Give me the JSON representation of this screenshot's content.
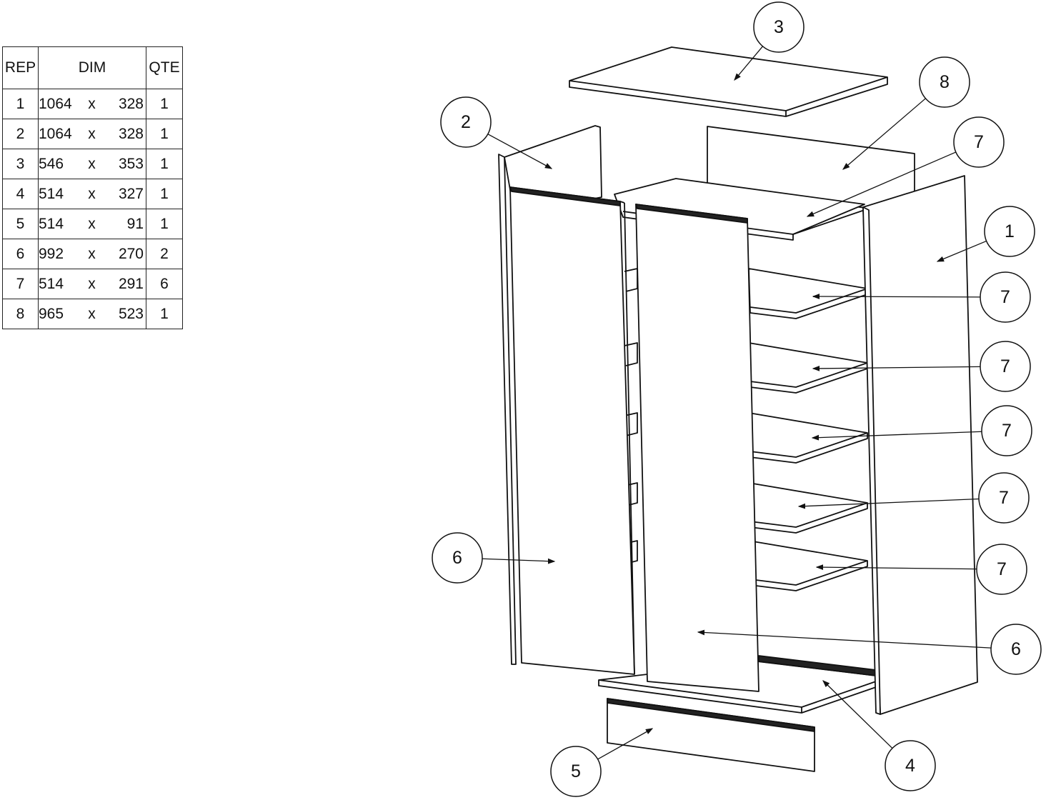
{
  "table": {
    "headers": {
      "rep": "REP",
      "dim": "DIM",
      "qte": "QTE"
    },
    "rows": [
      {
        "rep": "1",
        "w": "1064",
        "x": "x",
        "h": "328",
        "qte": "1"
      },
      {
        "rep": "2",
        "w": "1064",
        "x": "x",
        "h": "328",
        "qte": "1"
      },
      {
        "rep": "3",
        "w": "546",
        "x": "x",
        "h": "353",
        "qte": "1"
      },
      {
        "rep": "4",
        "w": "514",
        "x": "x",
        "h": "327",
        "qte": "1"
      },
      {
        "rep": "5",
        "w": "514",
        "x": "x",
        "h": "91",
        "qte": "1"
      },
      {
        "rep": "6",
        "w": "992",
        "x": "x",
        "h": "270",
        "qte": "2"
      },
      {
        "rep": "7",
        "w": "514",
        "x": "x",
        "h": "291",
        "qte": "6"
      },
      {
        "rep": "8",
        "w": "965",
        "x": "x",
        "h": "523",
        "qte": "1"
      }
    ]
  },
  "callouts": [
    "3",
    "8",
    "2",
    "7",
    "1",
    "7",
    "7",
    "7",
    "7",
    "7",
    "6",
    "6",
    "4",
    "5"
  ]
}
